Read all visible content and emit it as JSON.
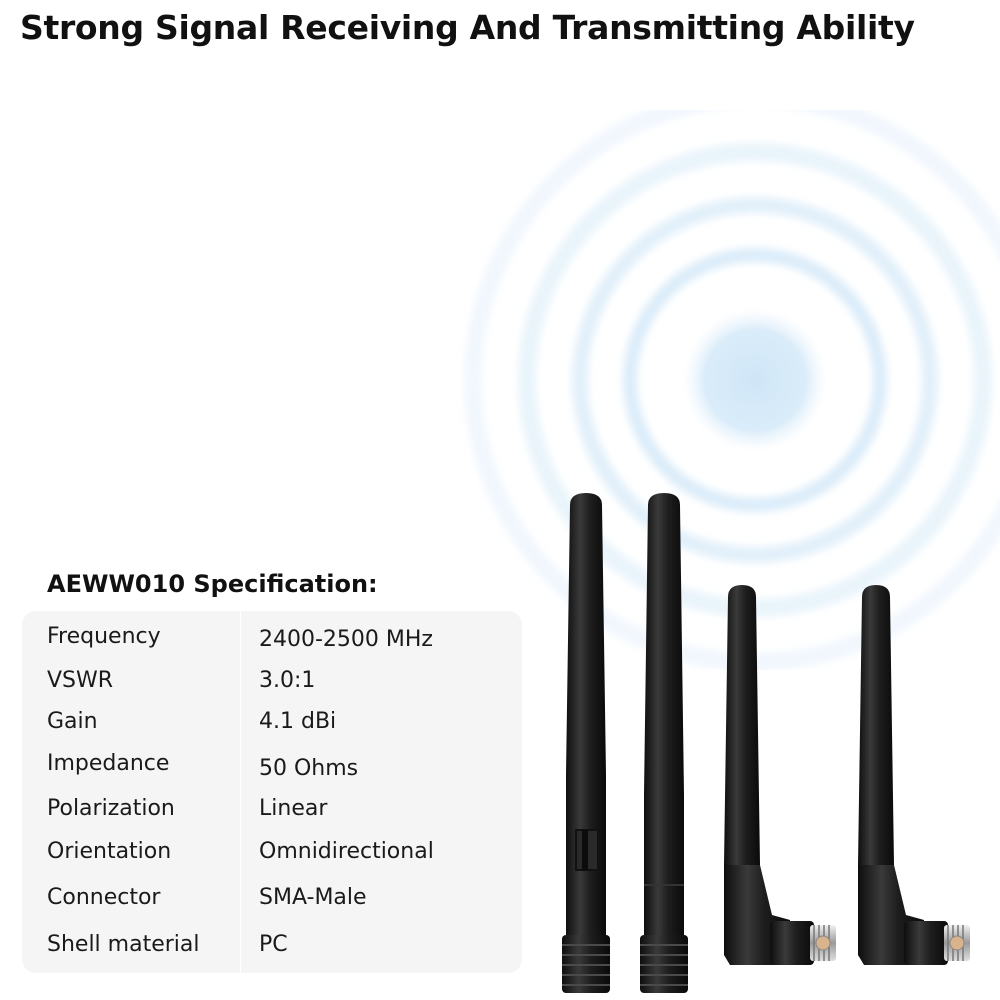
{
  "headline": "Strong Signal Receiving And Transmitting Ability",
  "spec": {
    "title": "AEWW010 Specification:",
    "rows": [
      {
        "label": "Frequency",
        "value": "2400-2500 MHz"
      },
      {
        "label": "VSWR",
        "value": "3.0:1"
      },
      {
        "label": "Gain",
        "value": "4.1 dBi"
      },
      {
        "label": "Impedance",
        "value": "50 Ohms"
      },
      {
        "label": "Polarization",
        "value": "Linear"
      },
      {
        "label": "Orientation",
        "value": "Omnidirectional"
      },
      {
        "label": "Connector",
        "value": "SMA-Male"
      },
      {
        "label": "Shell material",
        "value": "PC"
      }
    ]
  },
  "colors": {
    "signal": "#cfe6f7",
    "antenna": "#1c1c1c",
    "table_bg": "#f5f5f5"
  },
  "illustration": {
    "signal_icon": "wifi-signal-icon",
    "antenna_icon": "antenna-icon"
  }
}
